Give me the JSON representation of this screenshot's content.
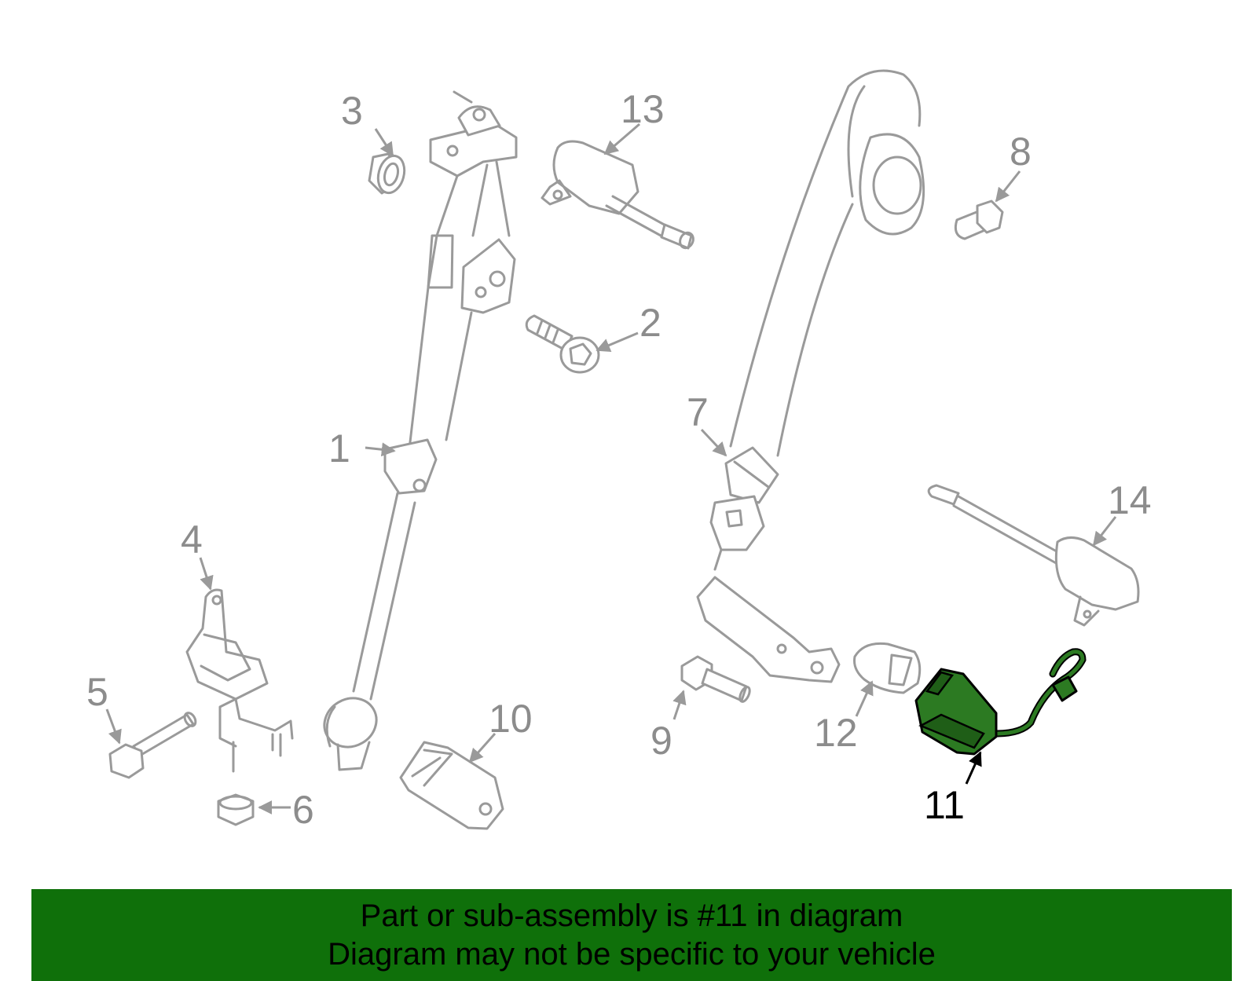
{
  "callouts": [
    {
      "id": "1",
      "label": "1"
    },
    {
      "id": "2",
      "label": "2"
    },
    {
      "id": "3",
      "label": "3"
    },
    {
      "id": "4",
      "label": "4"
    },
    {
      "id": "5",
      "label": "5"
    },
    {
      "id": "6",
      "label": "6"
    },
    {
      "id": "7",
      "label": "7"
    },
    {
      "id": "8",
      "label": "8"
    },
    {
      "id": "9",
      "label": "9"
    },
    {
      "id": "10",
      "label": "10"
    },
    {
      "id": "11",
      "label": "11"
    },
    {
      "id": "12",
      "label": "12"
    },
    {
      "id": "13",
      "label": "13"
    },
    {
      "id": "14",
      "label": "14"
    }
  ],
  "highlighted_part": "11",
  "banner": {
    "line1": "Part or sub-assembly is #11 in diagram",
    "line2": "Diagram may not be specific to your vehicle",
    "background_color": "#0f700a",
    "text_color": "#000000"
  },
  "colors": {
    "part_outline": "#9a9a9a",
    "highlight_fill": "#2c7a22",
    "background": "#ffffff"
  }
}
